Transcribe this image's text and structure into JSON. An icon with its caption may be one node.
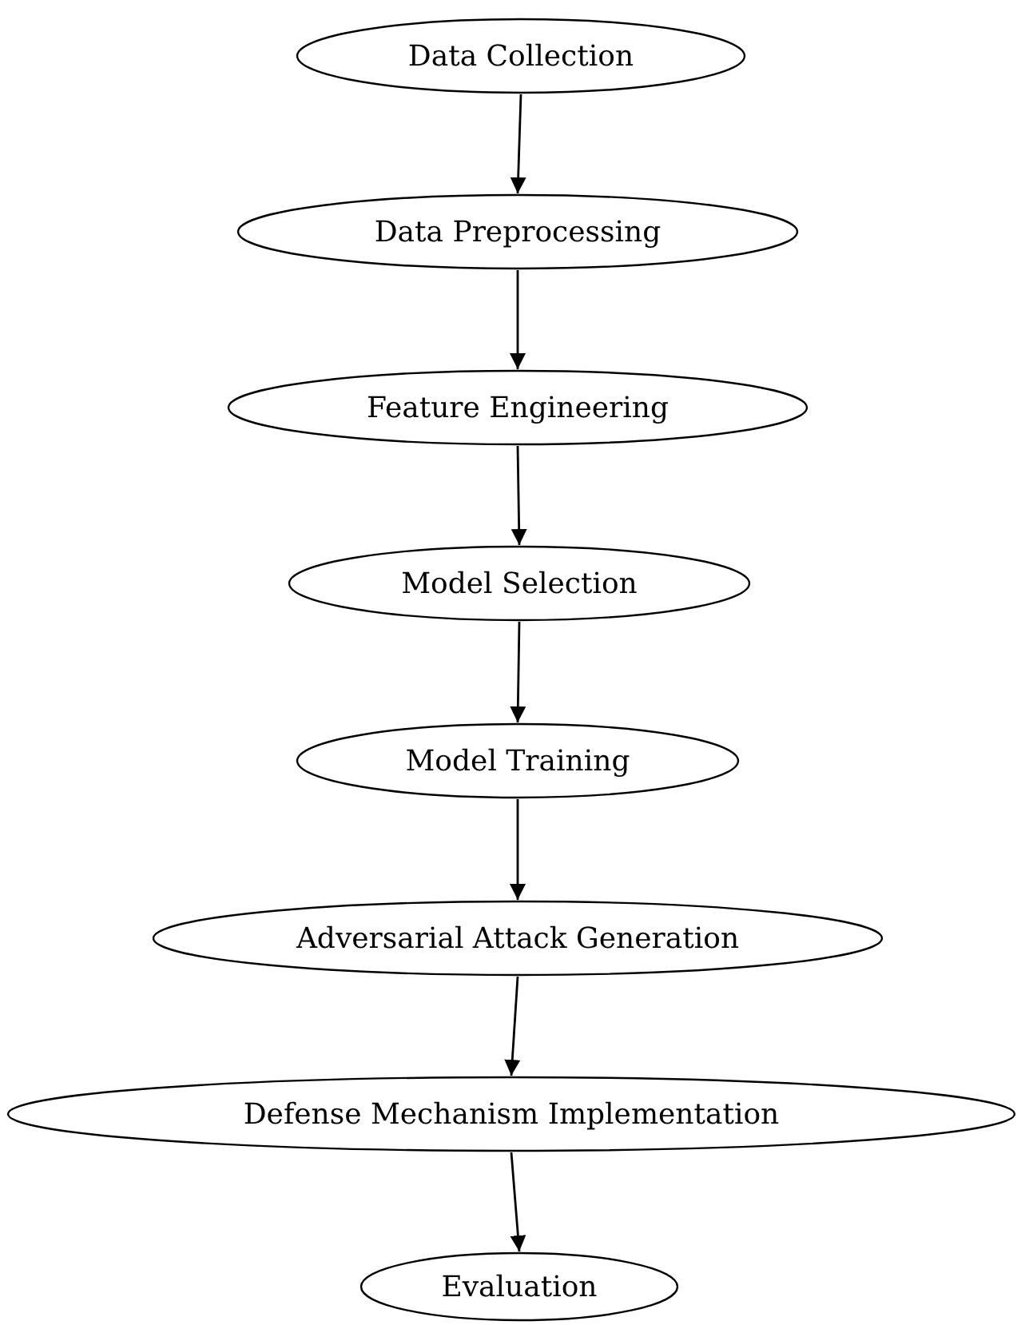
{
  "diagram": {
    "nodes": [
      {
        "text": [
          "Data Collection"
        ]
      },
      {
        "text": [
          "Data Preprocessing"
        ]
      },
      {
        "text": [
          "Feature Engineering"
        ]
      },
      {
        "text": [
          "Model Selection"
        ]
      },
      {
        "text": [
          "Model Training"
        ]
      },
      {
        "text": [
          "Adversarial Attack Generation"
        ]
      },
      {
        "text": [
          "Defense Mechanism Implementation"
        ]
      },
      {
        "text": [
          "Evaluation"
        ]
      }
    ],
    "edges": [
      {
        "from": 0,
        "to": 1,
        "arrow": "to"
      },
      {
        "from": 1,
        "to": 2,
        "arrow": "to"
      },
      {
        "from": 2,
        "to": 3,
        "arrow": "to"
      },
      {
        "from": 3,
        "to": 4,
        "arrow": "to"
      },
      {
        "from": 4,
        "to": 5,
        "arrow": "to"
      },
      {
        "from": 5,
        "to": 6,
        "arrow": "to"
      },
      {
        "from": 6,
        "to": 7,
        "arrow": "to"
      }
    ]
  }
}
